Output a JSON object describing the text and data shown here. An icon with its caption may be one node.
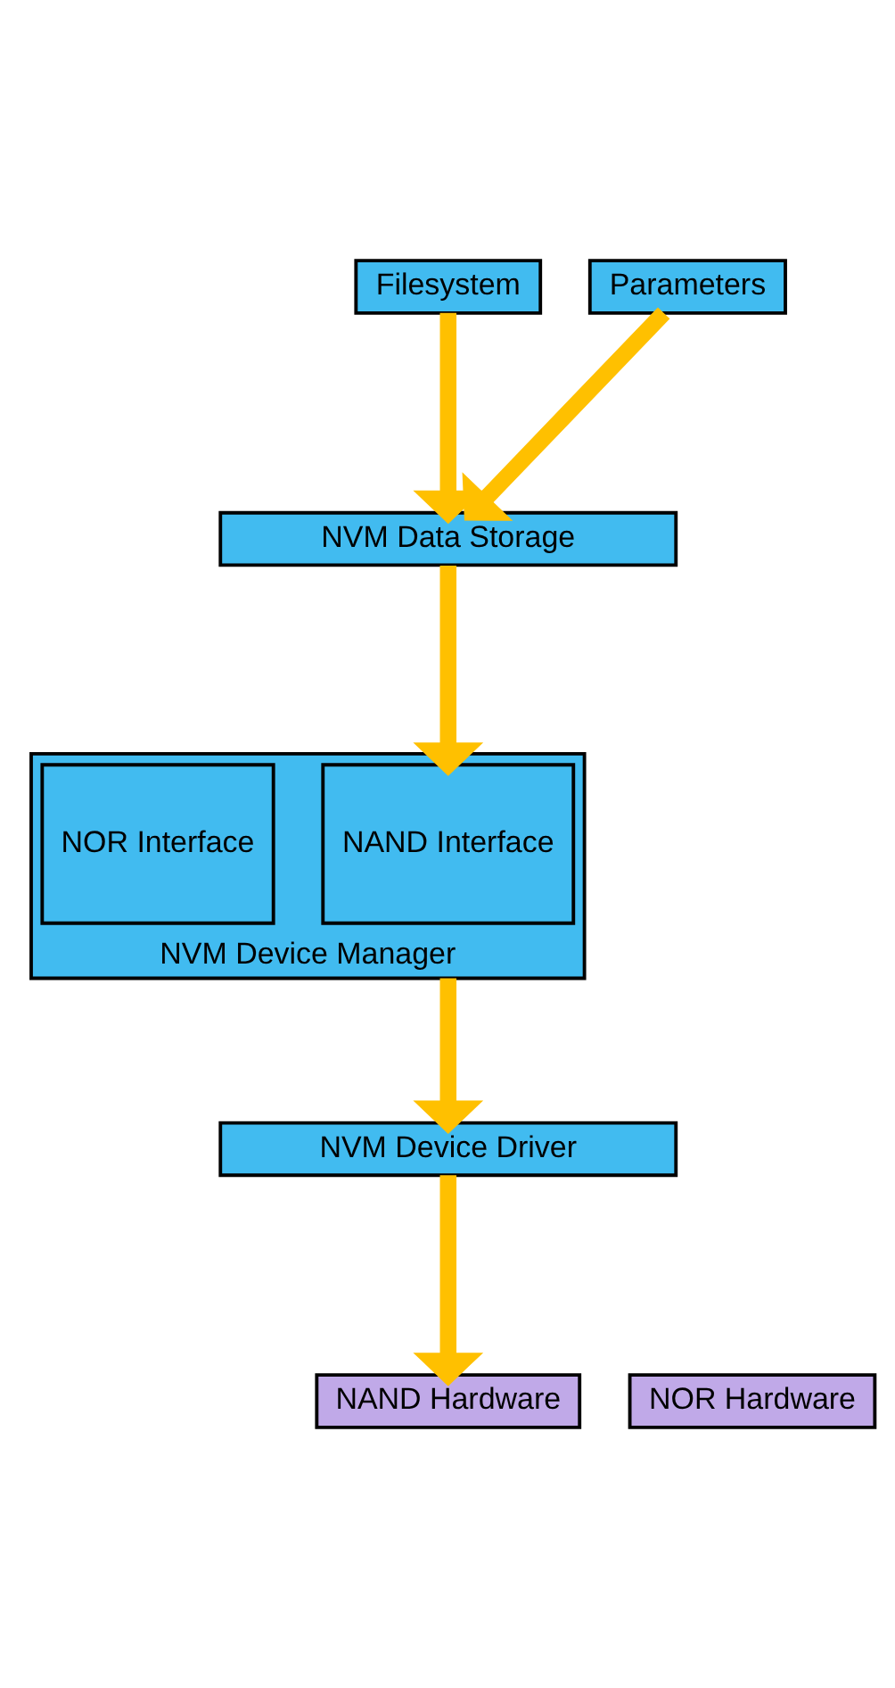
{
  "diagram": {
    "nodes": [
      {
        "text": [
          "Filesystem"
        ]
      },
      {
        "text": [
          "Parameters"
        ]
      },
      {
        "text": [
          "NVM Data Storage"
        ]
      },
      {
        "text": [
          "NVM Device Manager"
        ]
      },
      {
        "text": [
          "NAND Interface"
        ],
        "in": 3
      },
      {
        "text": [
          "NOR Interface"
        ],
        "in": 3
      },
      {
        "text": [
          "NVM Device Driver"
        ]
      },
      {
        "text": [
          "NAND Hardware"
        ]
      },
      {
        "text": [
          "NOR Hardware"
        ]
      }
    ],
    "edges": [
      {
        "from": 0,
        "to": 2,
        "arrow": "to"
      },
      {
        "from": 1,
        "to": 2,
        "arrow": "to"
      },
      {
        "from": 2,
        "to": 4,
        "arrow": "to"
      },
      {
        "from": 3,
        "to": 6,
        "arrow": "to"
      },
      {
        "from": 6,
        "to": 7,
        "arrow": "to"
      }
    ]
  }
}
